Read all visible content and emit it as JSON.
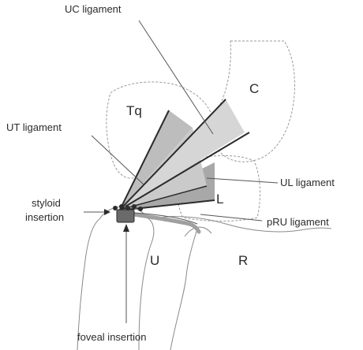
{
  "labels": {
    "uc_ligament": "UC ligament",
    "ut_ligament": "UT ligament",
    "ul_ligament": "UL ligament",
    "pru_ligament": "pRU ligament",
    "styloid_line1": "styloid",
    "styloid_line2": "insertion",
    "foveal_insertion": "foveal insertion",
    "bone_c": "C",
    "bone_tq": "Tq",
    "bone_l": "L",
    "bone_u": "U",
    "bone_r": "R"
  },
  "colors": {
    "ink": "#2b2b2b",
    "fan_dark": "#a8a8a8",
    "fan_mid": "#bdbdbd",
    "fan_light": "#d2d2d2",
    "outline": "#8a8a8a",
    "dashed": "#9a9a9a"
  }
}
